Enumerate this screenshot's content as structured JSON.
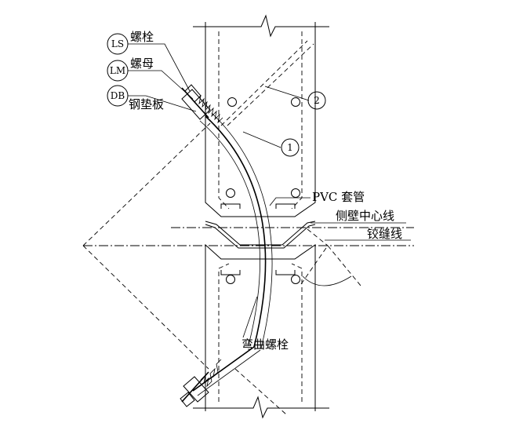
{
  "tags": {
    "ls": "LS",
    "lm": "LM",
    "db": "DB"
  },
  "labels": {
    "ls_text": "螺栓",
    "lm_text": "螺母",
    "db_text": "钢垫板",
    "pvc": "PVC 套管",
    "wall_center": "侧壁中心线",
    "hinge": "铰缝线",
    "curved_bolt": "弯曲螺栓"
  },
  "markers": {
    "one": "1",
    "two": "2"
  }
}
